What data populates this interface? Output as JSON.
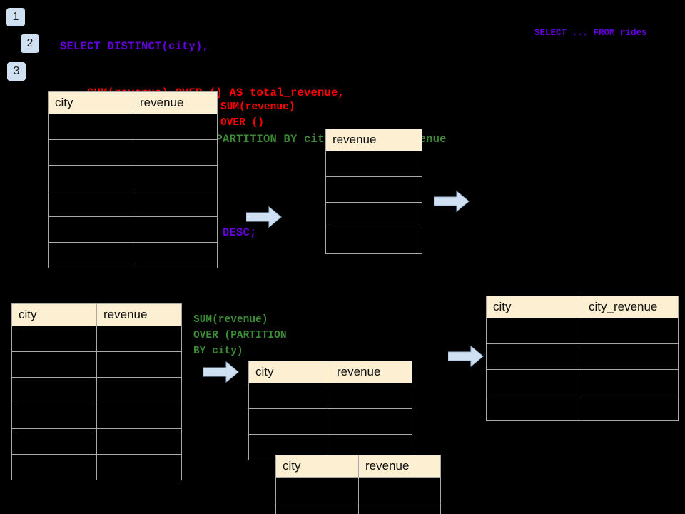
{
  "query": {
    "lines": [
      {
        "text": "SELECT DISTINCT(city),",
        "color_name": "purple",
        "indent": 0
      },
      {
        "text": "SUM(revenue) OVER () AS total_revenue,",
        "color_name": "red",
        "indent": 4
      },
      {
        "text": "SUM(revenue) OVER (PARTITION BY city) as city_revenue",
        "color_name": "green",
        "indent": 4
      },
      {
        "text": "FROM rides",
        "color_name": "purple",
        "indent": 2
      },
      {
        "text": "ORDER by city_revenue DESC;",
        "color_name": "purple",
        "indent": 2
      }
    ],
    "line1": "SELECT DISTINCT(city),",
    "line2": "    SUM(revenue) OVER () AS total_revenue,",
    "line3": "    SUM(revenue) OVER (PARTITION BY city) as city_revenue",
    "line4": "  FROM rides",
    "line5": "  ORDER by city_revenue DESC;",
    "side_note": "SELECT ... FROM rides"
  },
  "steps": [
    {
      "number": "1"
    },
    {
      "number": "2"
    },
    {
      "number": "3"
    }
  ],
  "annotations": {
    "total_window": "SUM(revenue)\nOVER ()",
    "partition_window": "SUM(revenue)\nOVER (PARTITION\nBY city)"
  },
  "tables": {
    "source_top": {
      "headers": [
        "city",
        "revenue"
      ],
      "row_count": 6
    },
    "revenue_only": {
      "headers": [
        "revenue"
      ],
      "row_count": 4
    },
    "source_bottom": {
      "headers": [
        "city",
        "revenue"
      ],
      "row_count": 6
    },
    "partition_a": {
      "headers": [
        "city",
        "revenue"
      ],
      "row_count": 3
    },
    "partition_b": {
      "headers": [
        "city",
        "revenue"
      ],
      "row_count": 2
    },
    "result": {
      "headers": [
        "city",
        "city_revenue"
      ],
      "row_count": 4
    }
  },
  "colors": {
    "background": "#000000",
    "header_fill": "#fcefd2",
    "grid_line": "#a8a8a8",
    "badge_fill": "#cfe0f2",
    "arrow_fill": "#cfe0f2",
    "arrow_stroke": "#9fbcd8",
    "purple": "#6600dd",
    "red": "#ff0000",
    "green": "#3d8b37"
  },
  "arrows": [
    {
      "id": "arrow-source-to-revenue"
    },
    {
      "id": "arrow-revenue-to-result"
    },
    {
      "id": "arrow-source-to-partition"
    },
    {
      "id": "arrow-partition-to-result"
    }
  ]
}
